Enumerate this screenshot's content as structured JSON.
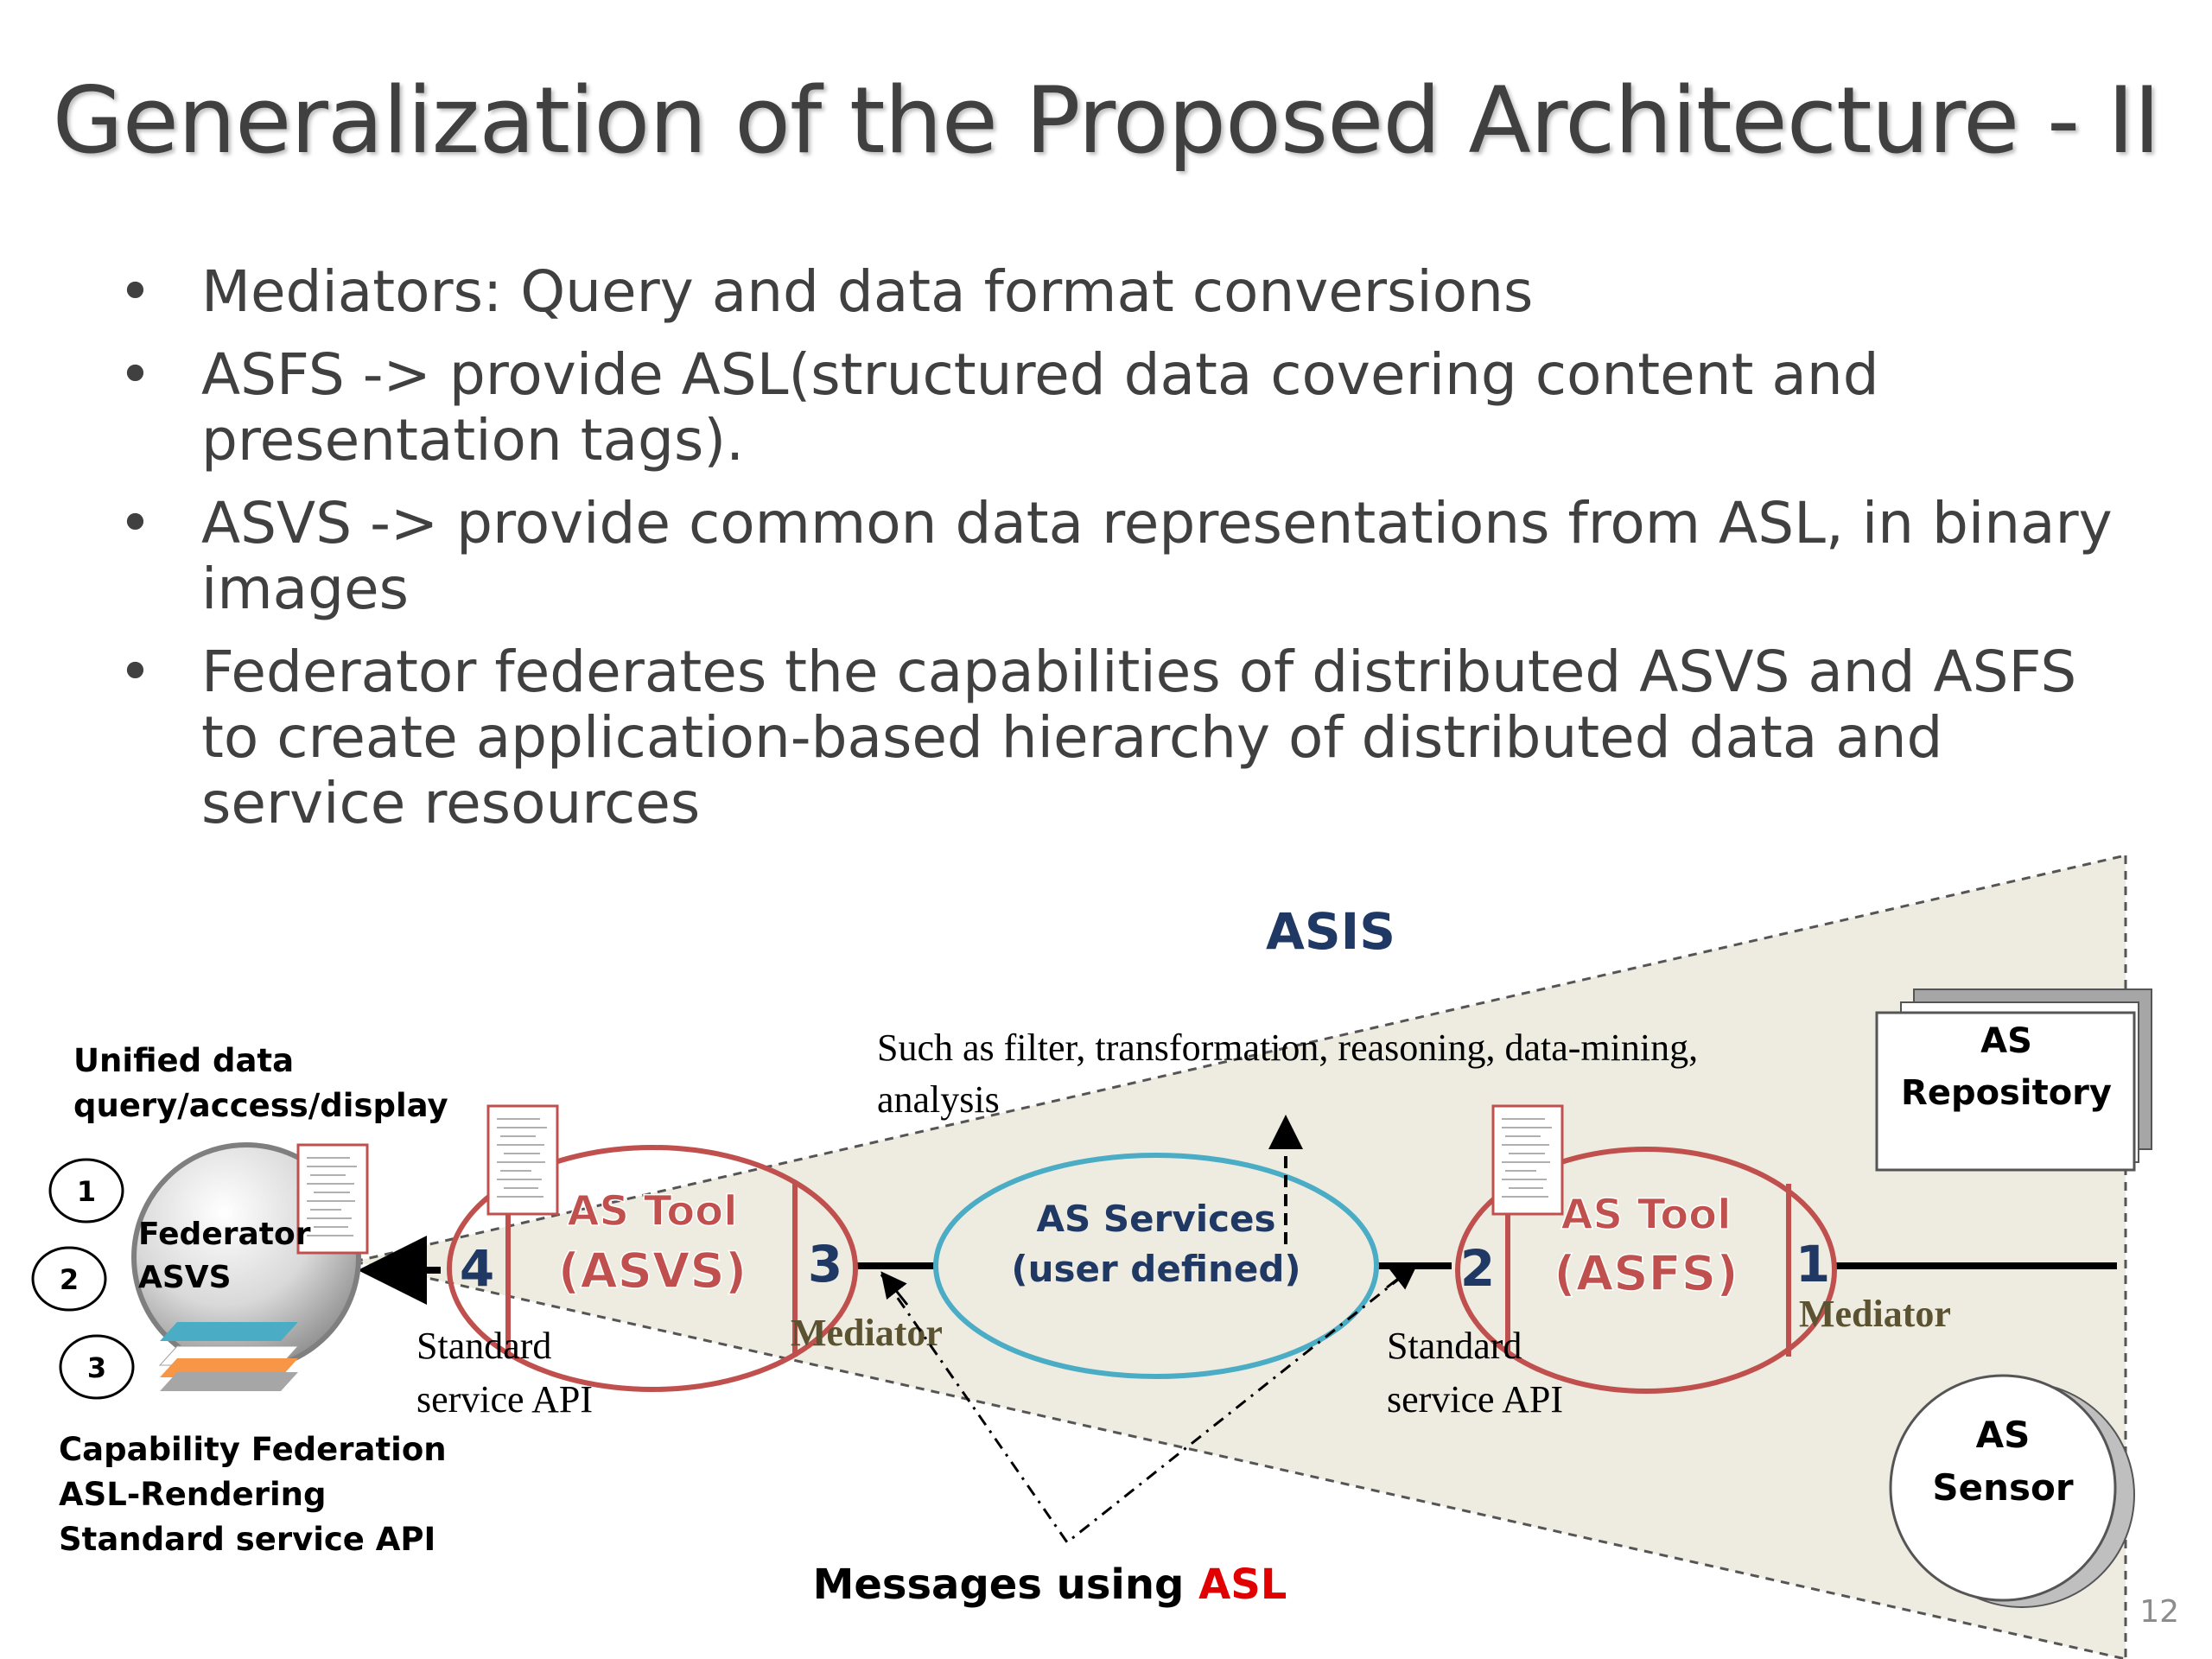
{
  "slide": {
    "title": "Generalization of the Proposed Architecture - II",
    "page_number": "12"
  },
  "bullets": [
    "Mediators: Query and data format conversions",
    "ASFS -> provide ASL(structured data covering content and presentation tags).",
    "ASVS -> provide common data representations from ASL, in binary images",
    "Federator federates the capabilities of distributed ASVS and ASFS to create application-based hierarchy of distributed data and service resources"
  ],
  "diagram": {
    "asis_label": "ASIS",
    "unified_line1": "Unified data",
    "unified_line2": "query/access/display",
    "federator_line1": "Federator",
    "federator_line2": "ASVS",
    "federator_nums": [
      "1",
      "2",
      "3"
    ],
    "capability_line1": "Capability Federation",
    "capability_line2": "ASL-Rendering",
    "capability_line3": "Standard service API",
    "as_tool_left": "AS Tool",
    "asvs": "(ASVS)",
    "num4": "4",
    "num3": "3",
    "mediator_left": "Mediator",
    "std_api_left_1": "Standard",
    "std_api_left_2": "service API",
    "services_line1": "AS Services",
    "services_line2": "(user defined)",
    "such_as_1": "Such as filter, transformation, reasoning, data-mining,",
    "such_as_2": "analysis",
    "num2": "2",
    "as_tool_right": "AS Tool",
    "asfs": "(ASFS)",
    "num1": "1",
    "mediator_right": "Mediator",
    "std_api_right_1": "Standard",
    "std_api_right_2": "service API",
    "repo_line1": "AS",
    "repo_line2": "Repository",
    "sensor_line1": "AS",
    "sensor_line2": "Sensor",
    "messages_prefix": "Messages using ",
    "messages_asl": "ASL",
    "colors": {
      "tool_red": "#c0504d",
      "services_blue": "#4bacc6",
      "asis_navy": "#1f3864",
      "asl_red": "#e00000",
      "mediator_olive": "#5a5230",
      "wedge_fill": "#eeece1"
    }
  }
}
